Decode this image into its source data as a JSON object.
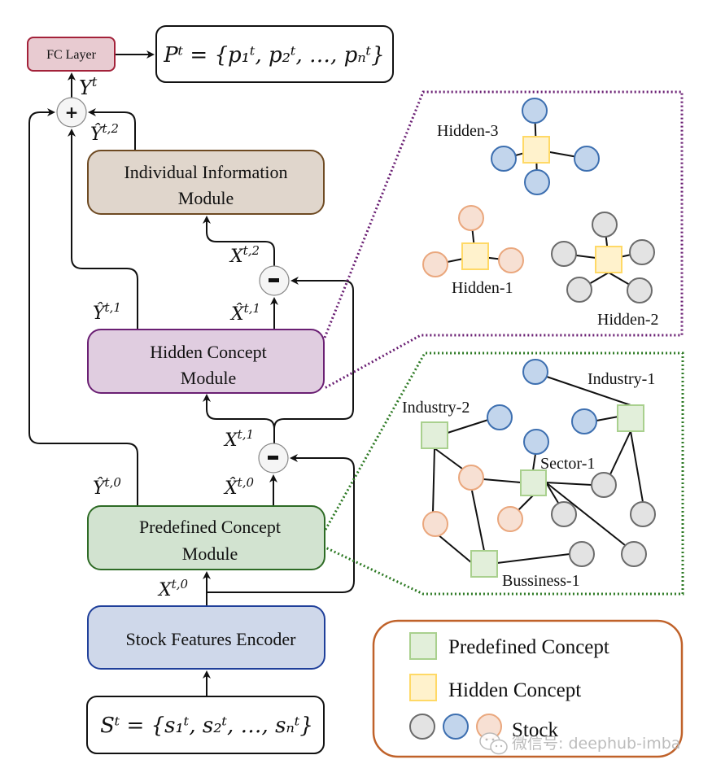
{
  "colors": {
    "fc_fill": "#e8cbd1",
    "fc_stroke": "#a3223a",
    "individual_fill": "#e0d6cc",
    "individual_stroke": "#6e4a22",
    "hidden_fill": "#e0cde0",
    "hidden_stroke": "#6a1f73",
    "predefined_fill": "#d2e3d0",
    "predefined_stroke": "#2e6b25",
    "encoder_fill": "#cfd8ea",
    "encoder_stroke": "#1f3f9a",
    "purple_dotted": "#6a1f73",
    "green_dotted": "#2e7a25",
    "legend_stroke": "#c0622a",
    "concept_predefined_fill": "#e2efda",
    "concept_predefined_stroke": "#a9d08e",
    "concept_hidden_fill": "#fff2cc",
    "concept_hidden_stroke": "#ffd966",
    "stock_gray_fill": "#e3e3e3",
    "stock_gray_stroke": "#6b6b6b",
    "stock_blue_fill": "#c2d5ec",
    "stock_blue_stroke": "#3d6fb0",
    "stock_orange_fill": "#f7e0d3",
    "stock_orange_stroke": "#eaa77d"
  },
  "modules": {
    "fc_layer": "FC Layer",
    "output_set": {
      "lhs": "P",
      "sup": "t",
      "eq": " = {",
      "items": [
        "p",
        "p",
        "…",
        "p"
      ],
      "subs": [
        "1",
        "2",
        "",
        "n"
      ],
      "rhs_text": "Pᵗ = {p₁ᵗ, p₂ᵗ, …, pₙᵗ}"
    },
    "individual_line1": "Individual Information",
    "individual_line2": "Module",
    "hidden_line1": "Hidden Concept",
    "hidden_line2": "Module",
    "predefined_line1": "Predefined Concept",
    "predefined_line2": "Module",
    "encoder": "Stock Features Encoder",
    "input_set": {
      "rhs_text": "Sᵗ = {s₁ᵗ, s₂ᵗ, …, sₙᵗ}"
    }
  },
  "operators": {
    "plus": "+",
    "minus": "−"
  },
  "labels": {
    "Y_t": {
      "base": "Y",
      "sup": "t"
    },
    "Yhat_t2": {
      "base": "Ŷ",
      "sup": "t,2"
    },
    "Yhat_t1": {
      "base": "Ŷ",
      "sup": "t,1"
    },
    "Yhat_t0": {
      "base": "Ŷ",
      "sup": "t,0"
    },
    "X_t2": {
      "base": "X",
      "sup": "t,2"
    },
    "Xhat_t1": {
      "base": "X̂",
      "sup": "t,1"
    },
    "X_t1": {
      "base": "X",
      "sup": "t,1"
    },
    "Xhat_t0": {
      "base": "X̂",
      "sup": "t,0"
    },
    "X_t0": {
      "base": "X",
      "sup": "t,0"
    }
  },
  "hidden_panel": {
    "groups": [
      "Hidden-3",
      "Hidden-1",
      "Hidden-2"
    ]
  },
  "predefined_panel": {
    "concepts": [
      "Industry-1",
      "Industry-2",
      "Sector-1",
      "Bussiness-1"
    ]
  },
  "legend": {
    "predefined": "Predefined Concept",
    "hidden": "Hidden Concept",
    "stock": "Stock"
  },
  "watermark": "微信号: deephub-imba"
}
